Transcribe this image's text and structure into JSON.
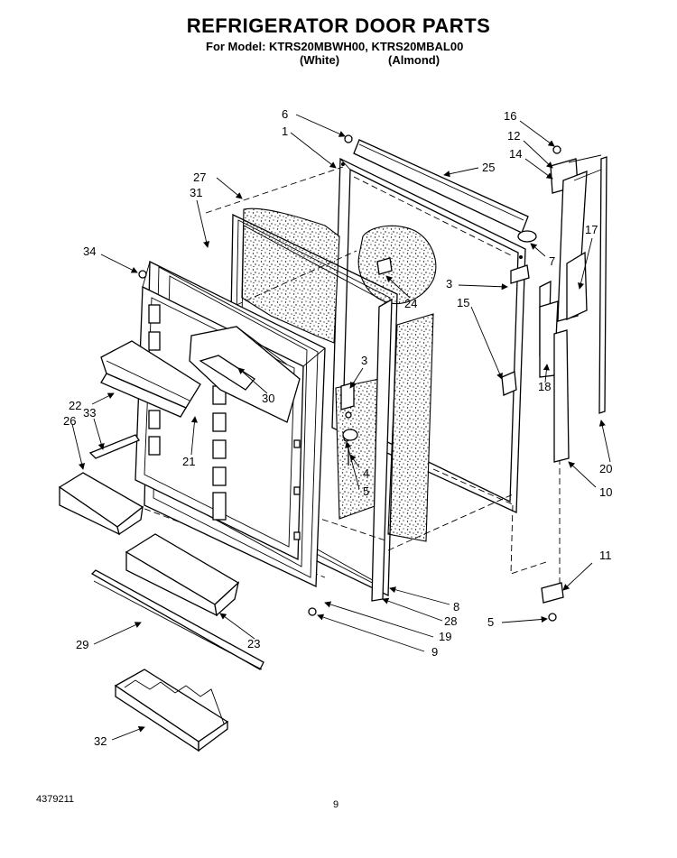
{
  "header": {
    "title": "REFRIGERATOR DOOR PARTS",
    "model_line": "For Model: KTRS20MBWH00, KTRS20MBAL00",
    "variant_white": "(White)",
    "variant_almond": "(Almond)"
  },
  "callouts": {
    "c1": "1",
    "c3a": "3",
    "c3b": "3",
    "c4": "4",
    "c5a": "5",
    "c5b": "5",
    "c6": "6",
    "c7": "7",
    "c8": "8",
    "c9": "9",
    "c10": "10",
    "c11": "11",
    "c12": "12",
    "c14": "14",
    "c15": "15",
    "c16": "16",
    "c17": "17",
    "c18": "18",
    "c19": "19",
    "c20": "20",
    "c21": "21",
    "c22": "22",
    "c23": "23",
    "c24": "24",
    "c25": "25",
    "c26": "26",
    "c27": "27",
    "c28": "28",
    "c29": "29",
    "c30": "30",
    "c31": "31",
    "c32": "32",
    "c33": "33",
    "c34": "34"
  },
  "footer": {
    "doc_number": "4379211",
    "page_number": "9"
  }
}
